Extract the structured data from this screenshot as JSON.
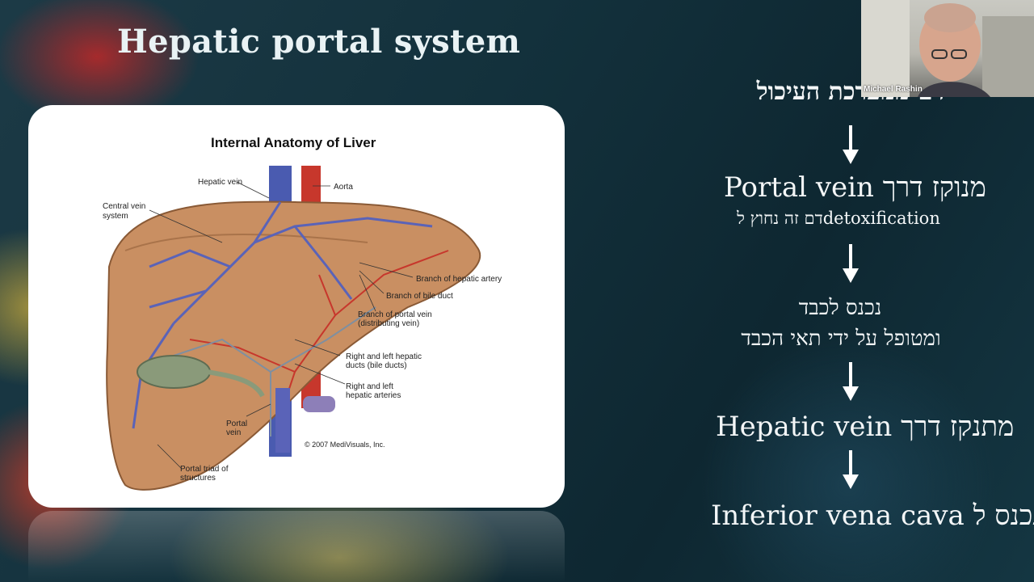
{
  "slide": {
    "title": "Hepatic portal system",
    "figure": {
      "title": "Internal Anatomy of Liver",
      "labels": {
        "hepatic_vein": "Hepatic vein",
        "aorta": "Aorta",
        "central_vein_1": "Central vein",
        "central_vein_2": "system",
        "branch_hepatic_artery": "Branch of hepatic artery",
        "branch_bile_duct": "Branch of bile duct",
        "branch_portal_1": "Branch of portal vein",
        "branch_portal_2": "(distributing vein)",
        "rl_ducts_1": "Right and left hepatic",
        "rl_ducts_2": "ducts (bile ducts)",
        "rl_arteries_1": "Right and left",
        "rl_arteries_2": "hepatic arteries",
        "portal_vein_1": "Portal",
        "portal_vein_2": "vein",
        "copyright": "© 2007 MediVisuals, Inc.",
        "portal_triad_1": "Portal triad of",
        "portal_triad_2": "structures"
      }
    },
    "flow": {
      "step1": "דם ממערכת העיכול",
      "step2": "Portal vein  מנוקז דרך",
      "step2_note": "דם זה נחוץ לdetoxification",
      "step3_line1": "נכנס לכבד",
      "step3_line2": "ומטופל על ידי תאי הכבד",
      "step4": "Hepatic vein מתנקז דרך",
      "step5": "Inferior vena cava  נכנס ל"
    }
  },
  "webcam": {
    "participant_name": "Michael Rashin"
  }
}
